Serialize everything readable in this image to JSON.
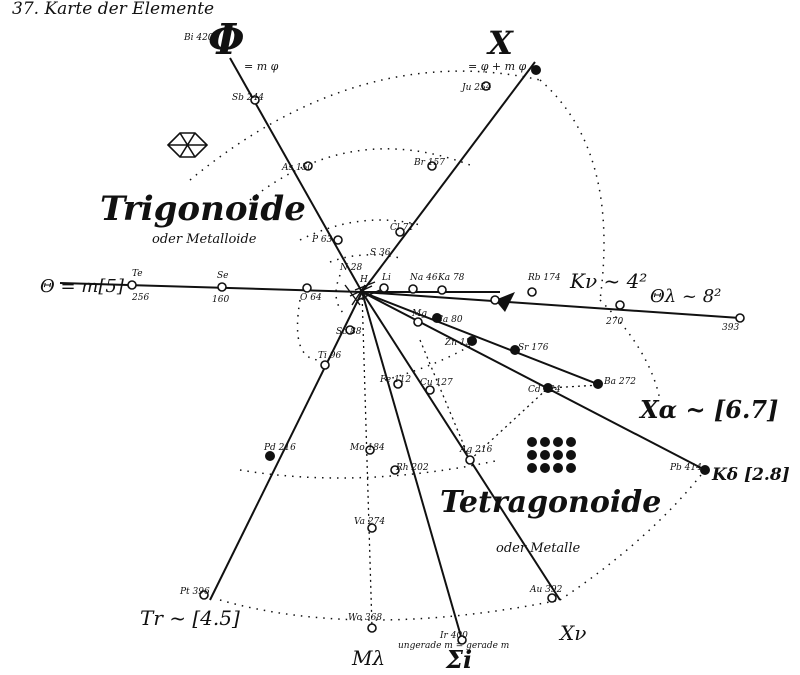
{
  "header": {
    "title": "37. Karte der Elemente"
  },
  "labels": {
    "phi": "Φ",
    "phi_formula": "= m φ",
    "x_top": "X",
    "x_formula": "= φ + m φ",
    "trigonoide": "Trigonoide",
    "trigonoide_sub": "oder Metalloide",
    "tetragonoide": "Tetragonoide",
    "tetragonoide_sub": "oder Metalle",
    "theta_left": "Θ = m[5]",
    "kv": "Kν ~ 4²",
    "theta_right": "Θλ ~ 8²",
    "x_alpha": "Xα ~ [6.7]",
    "k_delta": "Kδ [2.8]",
    "tr": "Tr ~ [4.5]",
    "m_lambda": "Mλ",
    "sigma": "Σi",
    "x_v": "Xν",
    "ungerade": "ungerade m = gerade m"
  },
  "elements": {
    "bi": "Bi 420",
    "sb": "Sb 244",
    "ju": "Ju 254",
    "as": "As 150",
    "br": "Br 157",
    "p": "P 63",
    "cl": "Cl 71",
    "s": "S 36",
    "te": "Te",
    "te_val": "256",
    "se": "Se",
    "se_val": "160",
    "o": "O 64",
    "n": "N 28",
    "h": "H",
    "li": "Li",
    "na": "Na 46",
    "ka": "Ka 78",
    "rb": "Rb 174",
    "val270": "270",
    "val393": "393",
    "sc": "Sc 88",
    "ti": "Ti 96",
    "fe": "Fe 112",
    "cu": "Cu 127",
    "mg": "Mg",
    "ca": "Ca 80",
    "zn": "Zn 130",
    "sr": "Sr 176",
    "cd": "Cd 224",
    "ba": "Ba 272",
    "pb": "Pb 414",
    "mo": "Mo 184",
    "rh": "Rh 202",
    "ag": "Ag 216",
    "pd": "Pd 216",
    "va": "Va 274",
    "pt": "Pt 396",
    "au": "Au 392",
    "wo": "Wo 368",
    "ir": "Ir 400"
  }
}
